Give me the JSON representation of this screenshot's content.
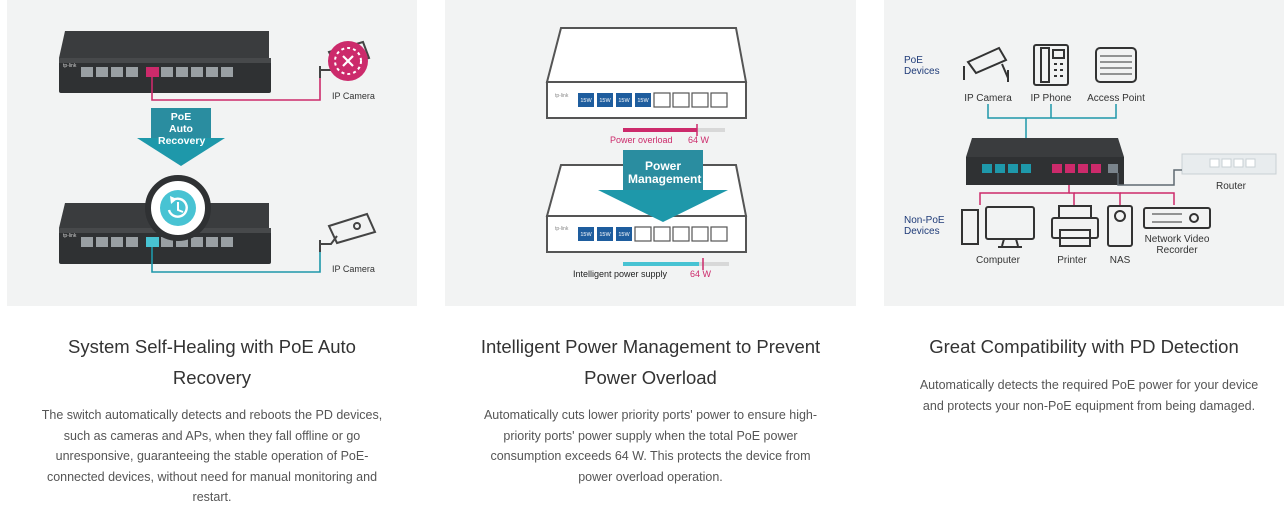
{
  "features": [
    {
      "title": "System Self-Healing with PoE Auto Recovery",
      "description": "The switch automatically detects and reboots the PD devices, such as cameras and APs, when they fall offline or go unresponsive, guaranteeing the stable operation of PoE-connected devices, without need for manual monitoring and restart.",
      "illustration": {
        "camera_label_top": "IP Camera",
        "camera_label_bottom": "IP Camera",
        "arrow_label": "PoE Auto Recovery",
        "brand": "tp-link"
      }
    },
    {
      "title": "Intelligent Power Management to Prevent Power Overload",
      "description": "Automatically cuts lower priority ports' power to ensure high-priority ports' power supply when the total PoE power consumption exceeds 64 W. This protects the device from power overload operation.",
      "illustration": {
        "overload_label": "Power overload",
        "overload_value": "64 W",
        "arrow_label": "Power Management",
        "supply_label": "Intelligent power supply",
        "supply_value": "64 W",
        "port_label": "15W",
        "brand": "tp-link"
      }
    },
    {
      "title": "Great Compatibility with PD Detection",
      "description": "Automatically detects the required PoE power for your device and protects your non-PoE equipment from being damaged.",
      "illustration": {
        "poe_group_label": "PoE Devices",
        "non_poe_group_label": "Non-PoE Devices",
        "poe_devices": [
          "IP Camera",
          "IP Phone",
          "Access Point"
        ],
        "non_poe_devices": [
          "Computer",
          "Printer",
          "NAS",
          "Network Video Recorder"
        ],
        "router_label": "Router"
      }
    }
  ],
  "colors": {
    "panel_bg": "#f2f3f3",
    "magenta": "#cc2a6b",
    "teal": "#1e98aa",
    "teal_light": "#48c3d3",
    "switch_dark": "#2f3133",
    "line_gray": "#606a72"
  }
}
